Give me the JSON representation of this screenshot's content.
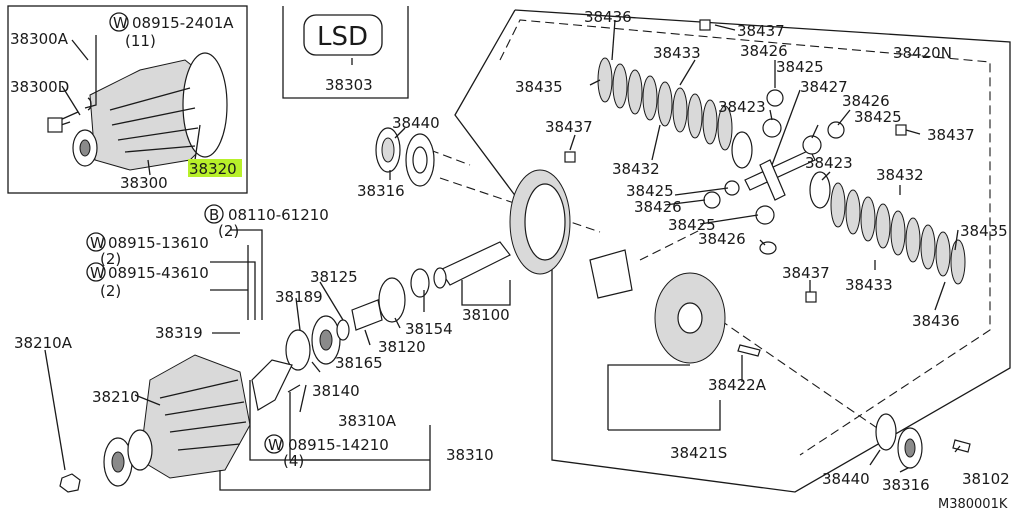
{
  "diagram_code": "M380001K",
  "lsd_label": "LSD",
  "colors": {
    "highlight": "#b8f02a",
    "ink": "#1a1a1a"
  },
  "parts": {
    "p38300A": "38300A",
    "p08915_2401A": "08915-2401A",
    "p08915_2401A_qty": "(11)",
    "p38300D": "38300D",
    "p38320": "38320",
    "p38300": "38300",
    "p38303": "38303",
    "p38440_top": "38440",
    "p38316_top": "38316",
    "p08110_61210": "08110-61210",
    "p08110_61210_qty": "(2)",
    "p08915_13610": "08915-13610",
    "p08915_13610_qty": "(2)",
    "p08915_43610": "08915-43610",
    "p08915_43610_qty": "(2)",
    "p38125": "38125",
    "p38189": "38189",
    "p38319": "38319",
    "p38210A": "38210A",
    "p38154": "38154",
    "p38100": "38100",
    "p38120": "38120",
    "p38165": "38165",
    "p38140": "38140",
    "p38210": "38210",
    "p38310A": "38310A",
    "p08915_14210": "08915-14210",
    "p08915_14210_qty": "(4)",
    "p38310": "38310",
    "p38436_top": "38436",
    "p38437_a": "38437",
    "p38433_top": "38433",
    "p38426_a": "38426",
    "p38420N": "38420N",
    "p38435_left": "38435",
    "p38425_a": "38425",
    "p38427": "38427",
    "p38426_b": "38426",
    "p38425_b": "38425",
    "p38423_a": "38423",
    "p38437_b": "38437",
    "p38437_c": "38437",
    "p38432_a": "38432",
    "p38423_b": "38423",
    "p38425_c": "38425",
    "p38432_b": "38432",
    "p38426_c": "38426",
    "p38425_d": "38425",
    "p38426_d": "38426",
    "p38435_right": "38435",
    "p38437_d": "38437",
    "p38433_bottom": "38433",
    "p38436_bottom": "38436",
    "p38422A": "38422A",
    "p38421S": "38421S",
    "p38440_bottom": "38440",
    "p38316_bottom": "38316",
    "p38102": "38102",
    "w_mark": "W",
    "b_mark": "B"
  }
}
